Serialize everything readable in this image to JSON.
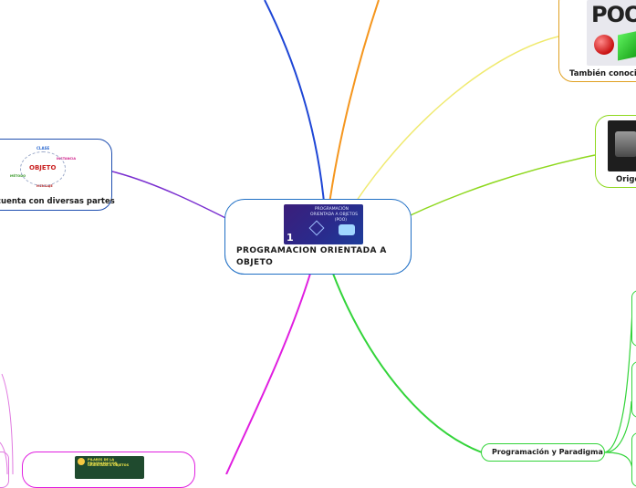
{
  "central": {
    "title": "PROGRAMACION ORIENTADA A OBJETO",
    "image": {
      "line1": "PROGRAMACIÓN",
      "line2": "ORIENTADA A OBJETOS",
      "line3": "(POO)",
      "number": "1"
    }
  },
  "branches": {
    "partes": {
      "label": "cuenta con diversas partes",
      "image": {
        "center_word": "OBJETO",
        "top_word": "CLASE",
        "right_word": "INSTANCIA",
        "left_word": "MÉTODO",
        "bottom_word": "MENSAJE"
      }
    },
    "conocida": {
      "label": "También conocida",
      "image": {
        "logo": "POO"
      }
    },
    "origen": {
      "label": "Origen"
    },
    "paradigma": {
      "label": "Programación  y Paradigma"
    },
    "pilares": {
      "image": {
        "line1": "PILARES DE LA PROGRAMACIÓN",
        "line2": "ORIENTADA A OBJETOS"
      }
    }
  },
  "colors": {
    "central": "#1f6fc5",
    "partes": "#1f4fb0",
    "blue_line": "#1e46d6",
    "orange_line": "#f5961e",
    "conocida": "#e0a020",
    "origen": "#8ed81e",
    "paradigma": "#33d43a",
    "purple": "#7a2fd0",
    "magenta": "#e01ee0"
  }
}
